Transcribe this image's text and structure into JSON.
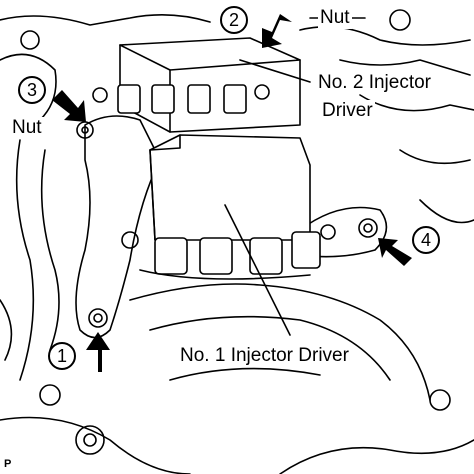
{
  "labels": {
    "nut_top": "Nut",
    "nut_left": "Nut",
    "driver2_line1": "No. 2 Injector",
    "driver2_line2": "Driver",
    "driver1": "No. 1 Injector Driver"
  },
  "steps": [
    "1",
    "2",
    "3",
    "4"
  ],
  "corner_code": "P"
}
